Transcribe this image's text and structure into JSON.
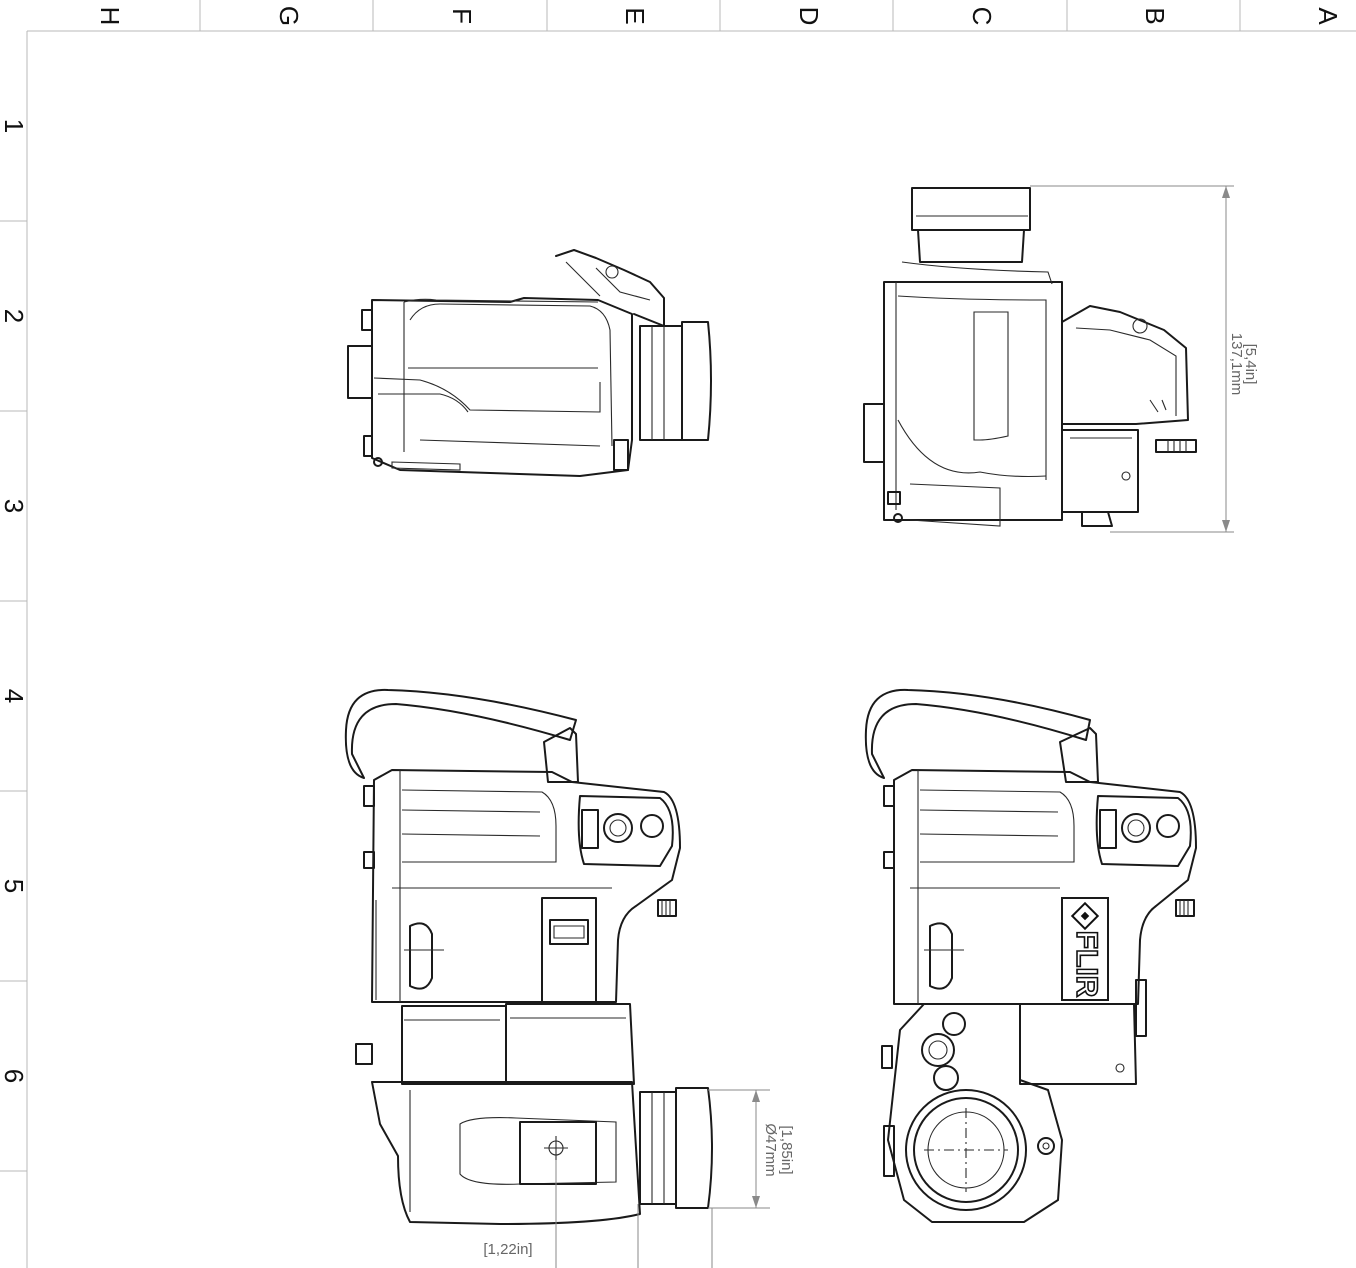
{
  "sheet": {
    "column_labels": [
      "H",
      "G",
      "F",
      "E",
      "D",
      "C",
      "B",
      "A"
    ],
    "row_labels": [
      "1",
      "2",
      "3",
      "4",
      "5",
      "6"
    ]
  },
  "dimensions": {
    "height_in": "[5,4in]",
    "height_mm": "137,1mm",
    "lens_diameter_in": "[1,85in]",
    "lens_diameter_mm": "Ø47mm",
    "lens_offset_in": "[1,22in]"
  },
  "brand": {
    "logo_text": "FLIR"
  }
}
